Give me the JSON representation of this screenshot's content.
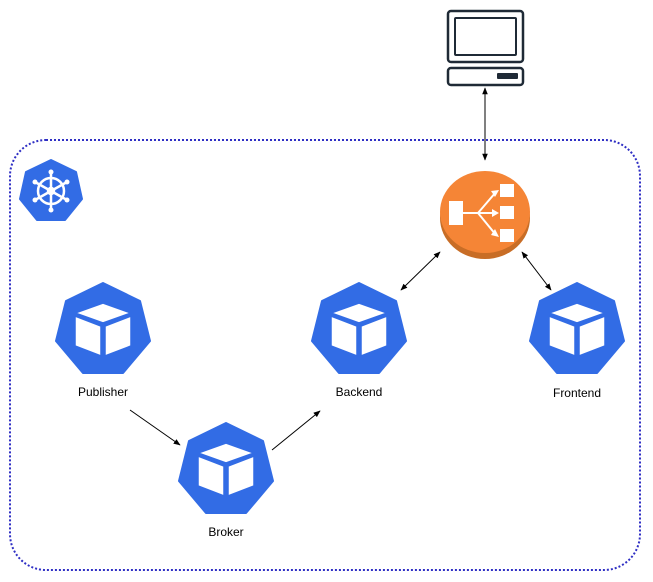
{
  "diagram": {
    "nodes": [
      {
        "id": "publisher",
        "label": "Publisher",
        "icon": "kubernetes-pod-icon"
      },
      {
        "id": "broker",
        "label": "Broker",
        "icon": "kubernetes-pod-icon"
      },
      {
        "id": "backend",
        "label": "Backend",
        "icon": "kubernetes-pod-icon"
      },
      {
        "id": "frontend",
        "label": "Frontend",
        "icon": "kubernetes-pod-icon"
      },
      {
        "id": "load-balancer",
        "label": "",
        "icon": "load-balancer-icon"
      },
      {
        "id": "client",
        "label": "",
        "icon": "computer-terminal-icon"
      },
      {
        "id": "cluster",
        "label": "",
        "icon": "kubernetes-helm-icon"
      }
    ],
    "edges": [
      {
        "from": "publisher",
        "to": "broker",
        "direction": "forward"
      },
      {
        "from": "broker",
        "to": "backend",
        "direction": "forward"
      },
      {
        "from": "load-balancer",
        "to": "backend",
        "direction": "both"
      },
      {
        "from": "load-balancer",
        "to": "frontend",
        "direction": "both"
      },
      {
        "from": "client",
        "to": "load-balancer",
        "direction": "both"
      }
    ]
  },
  "colors": {
    "kubernetes_blue": "#326ce5",
    "load_balancer_orange": "#f58536",
    "cluster_border": "#2f2fc4",
    "terminal_dark": "#1f2a36",
    "edge": "#000000"
  }
}
